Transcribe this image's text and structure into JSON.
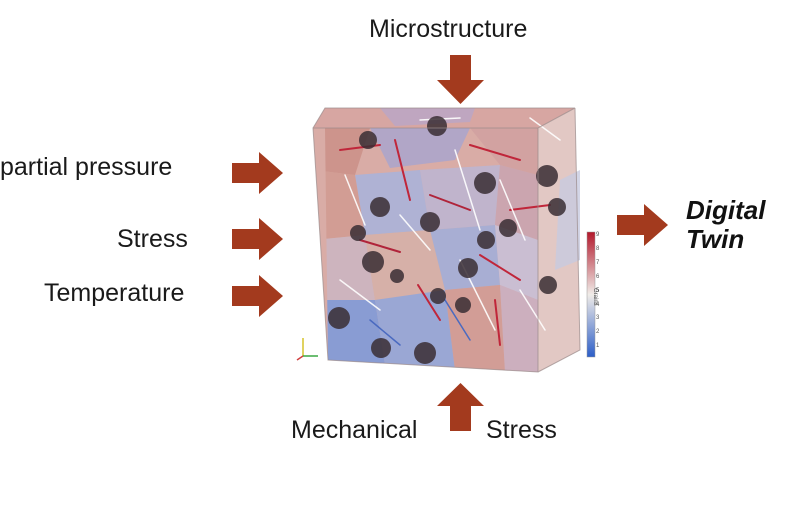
{
  "inputs": {
    "top": "Microstructure",
    "left_1": "partial pressure",
    "left_2": "Stress",
    "left_3": "Temperature",
    "bottom_left": "Mechanical",
    "bottom_right": "Stress"
  },
  "output": {
    "line1": "Digital",
    "line2": "Twin"
  },
  "colorbar": {
    "title": "Grains",
    "ticks": [
      "9",
      "8",
      "7",
      "6",
      "5",
      "4",
      "3",
      "2",
      "1"
    ]
  },
  "colors": {
    "arrow": "#a33a1e",
    "grain_red": "#d46a5c",
    "grain_blue": "#6b8ed0"
  }
}
